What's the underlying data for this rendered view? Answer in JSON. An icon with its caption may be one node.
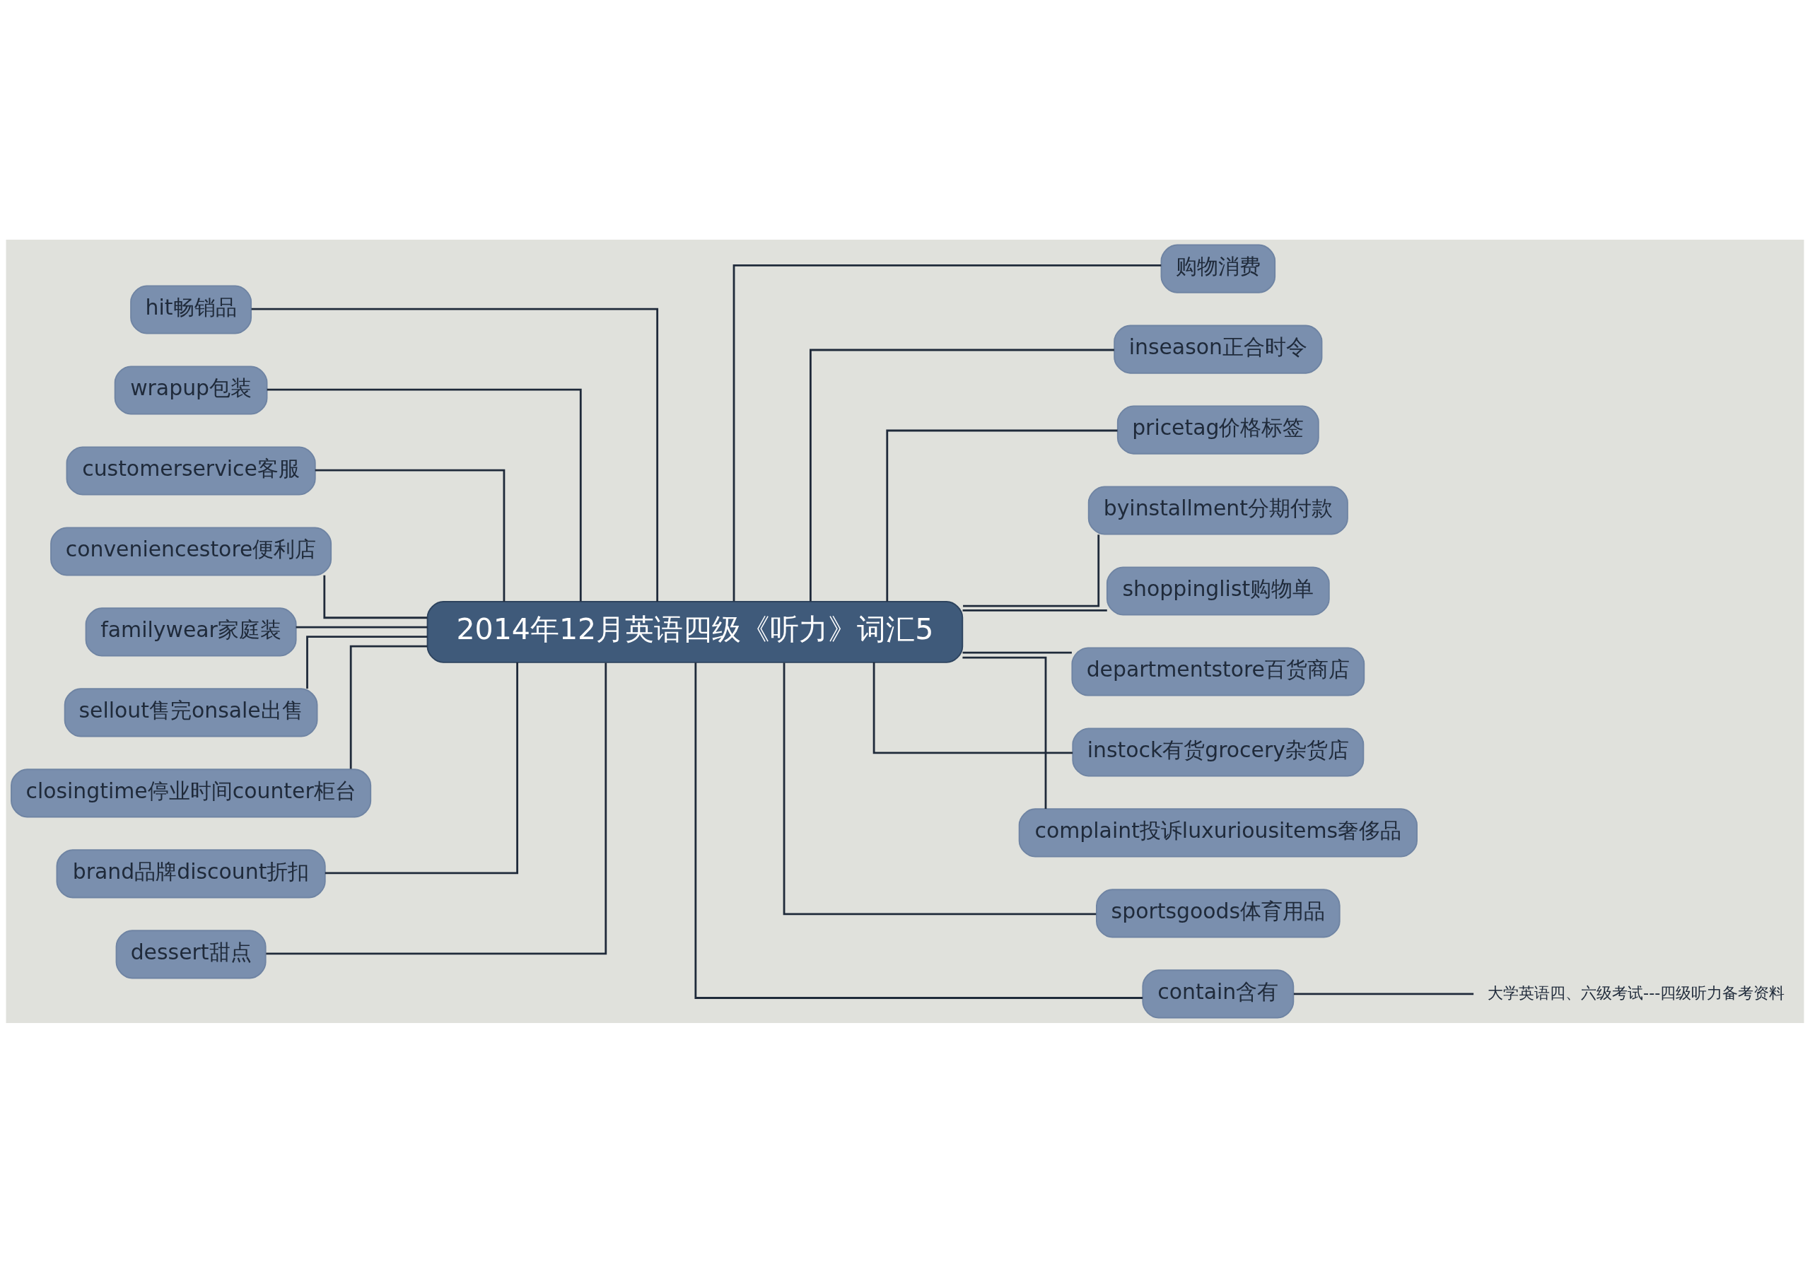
{
  "diagram": {
    "nodes": [
      {
        "text": [
          "2014年12月英语四级《听力》词汇5"
        ]
      },
      {
        "text": [
          "hit畅销品"
        ]
      },
      {
        "text": [
          "wrapup包装"
        ]
      },
      {
        "text": [
          "customerservice客服"
        ]
      },
      {
        "text": [
          "conveniencestore便利店"
        ]
      },
      {
        "text": [
          "familywear家庭装"
        ]
      },
      {
        "text": [
          "sellout售完onsale出售"
        ]
      },
      {
        "text": [
          "closingtime停业时间counter柜台"
        ]
      },
      {
        "text": [
          "brand品牌discount折扣"
        ]
      },
      {
        "text": [
          "dessert甜点"
        ]
      },
      {
        "text": [
          "购物消费"
        ]
      },
      {
        "text": [
          "inseason正合时令"
        ]
      },
      {
        "text": [
          "pricetag价格标签"
        ]
      },
      {
        "text": [
          "byinstallment分期付款"
        ]
      },
      {
        "text": [
          "shoppinglist购物单"
        ]
      },
      {
        "text": [
          "departmentstore百货商店"
        ]
      },
      {
        "text": [
          "instock有货grocery杂货店"
        ]
      },
      {
        "text": [
          "complaint投诉luxuriousitems奢侈品"
        ]
      },
      {
        "text": [
          "sportsgoods体育用品"
        ]
      },
      {
        "text": [
          "contain含有"
        ]
      },
      {
        "text": [
          "大学英语四、六级考试---四级听力备考资料"
        ]
      }
    ],
    "edges": [
      {
        "from": 0,
        "to": 1,
        "arrow": "none"
      },
      {
        "from": 0,
        "to": 2,
        "arrow": "none"
      },
      {
        "from": 0,
        "to": 3,
        "arrow": "none"
      },
      {
        "from": 0,
        "to": 4,
        "arrow": "none"
      },
      {
        "from": 0,
        "to": 5,
        "arrow": "none"
      },
      {
        "from": 0,
        "to": 6,
        "arrow": "none"
      },
      {
        "from": 0,
        "to": 7,
        "arrow": "none"
      },
      {
        "from": 0,
        "to": 8,
        "arrow": "none"
      },
      {
        "from": 0,
        "to": 9,
        "arrow": "none"
      },
      {
        "from": 0,
        "to": 10,
        "arrow": "none"
      },
      {
        "from": 0,
        "to": 11,
        "arrow": "none"
      },
      {
        "from": 0,
        "to": 12,
        "arrow": "none"
      },
      {
        "from": 0,
        "to": 13,
        "arrow": "none"
      },
      {
        "from": 0,
        "to": 14,
        "arrow": "none"
      },
      {
        "from": 0,
        "to": 15,
        "arrow": "none"
      },
      {
        "from": 0,
        "to": 16,
        "arrow": "none"
      },
      {
        "from": 0,
        "to": 17,
        "arrow": "none"
      },
      {
        "from": 0,
        "to": 18,
        "arrow": "none"
      },
      {
        "from": 0,
        "to": 19,
        "arrow": "none"
      },
      {
        "from": 19,
        "to": 20,
        "arrow": "none"
      }
    ]
  }
}
